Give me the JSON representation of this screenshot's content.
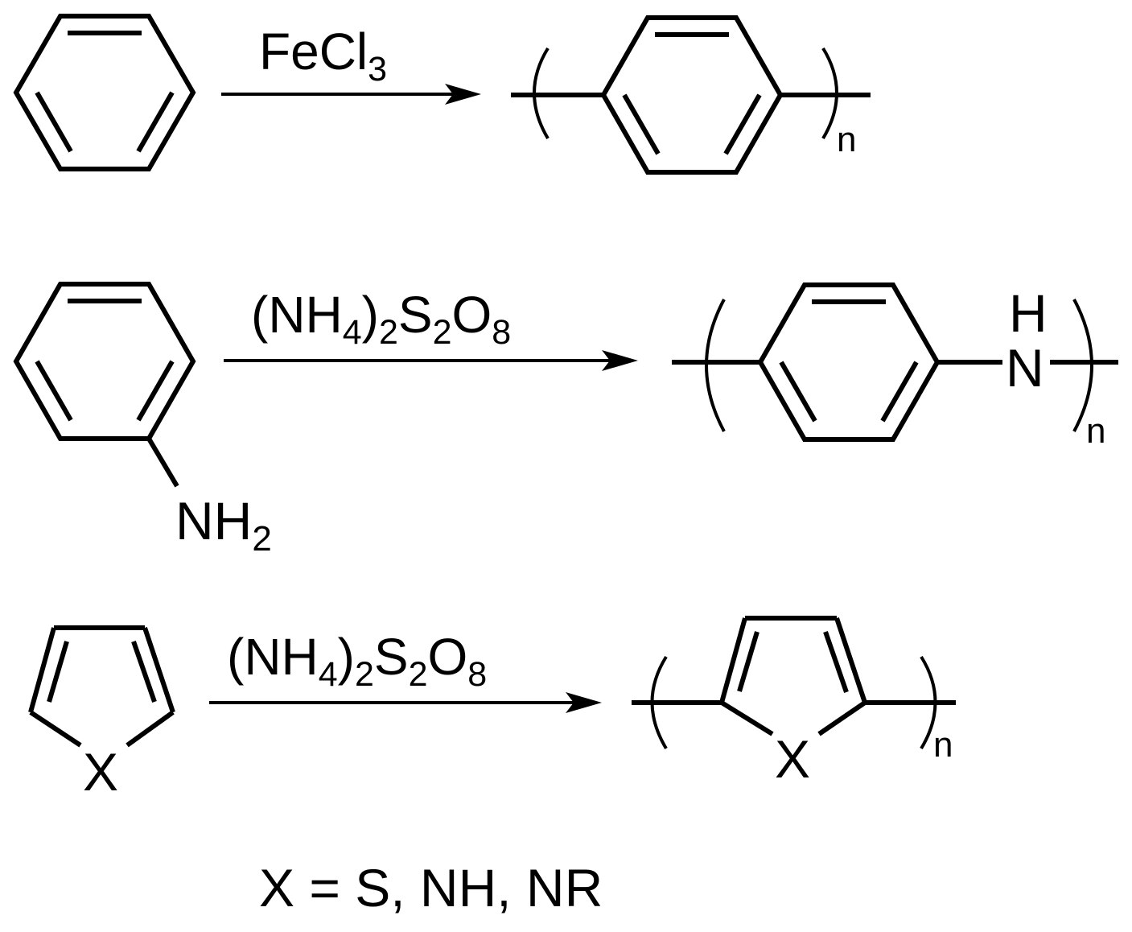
{
  "reactions": [
    {
      "id": "benzene",
      "reagent": {
        "main": "FeCl",
        "sub": "3"
      },
      "polymer_repeat": "n"
    },
    {
      "id": "aniline",
      "substituent": {
        "main": "NH",
        "sub": "2"
      },
      "reagent": {
        "p1": "(NH",
        "s1": "4",
        "p2": ")",
        "s2": "2",
        "p3": "S",
        "s3": "2",
        "p4": "O",
        "s4": "8"
      },
      "polymer_nh": {
        "h": "H",
        "n": "N"
      },
      "polymer_repeat": "n"
    },
    {
      "id": "heterocycle",
      "ring_atom": "X",
      "reagent": {
        "p1": "(NH",
        "s1": "4",
        "p2": ")",
        "s2": "2",
        "p3": "S",
        "s3": "2",
        "p4": "O",
        "s4": "8"
      },
      "polymer_ring_atom": "X",
      "polymer_repeat": "n"
    }
  ],
  "note": "X = S, NH, NR"
}
